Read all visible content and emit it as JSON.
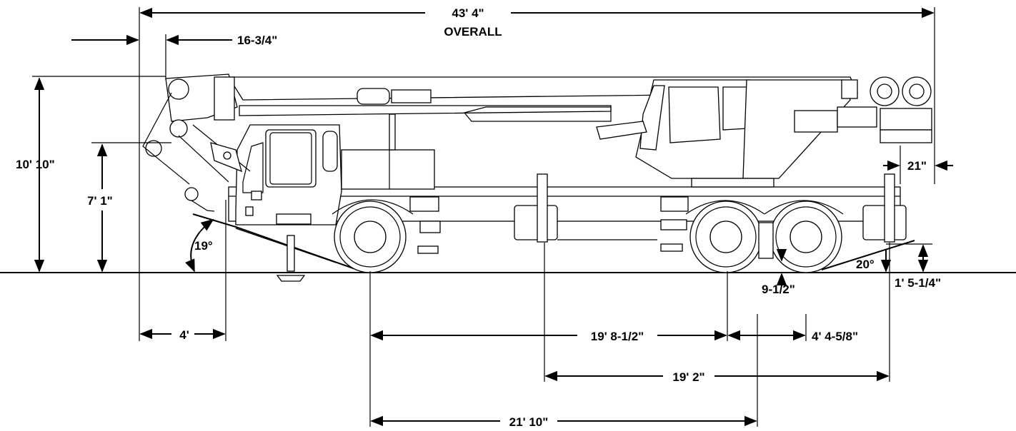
{
  "dimensions": {
    "overall_length": "43' 4\"",
    "overall_label": "OVERALL",
    "front_overhang_top": "16-3/4\"",
    "overall_height": "10' 10\"",
    "boom_pivot_height": "7' 1\"",
    "approach_angle": "19°",
    "departure_angle": "20°",
    "front_bumper_offset": "4'",
    "rear_overhang": "21\"",
    "ground_clearance": "9-1/2\"",
    "rear_height": "1' 5-1/4\"",
    "front_to_rear_axle": "19' 8-1/2\"",
    "tandem_spacing": "4' 4-5/8\"",
    "outrigger_spacing": "19' 2\"",
    "wheelbase": "21' 10\""
  }
}
